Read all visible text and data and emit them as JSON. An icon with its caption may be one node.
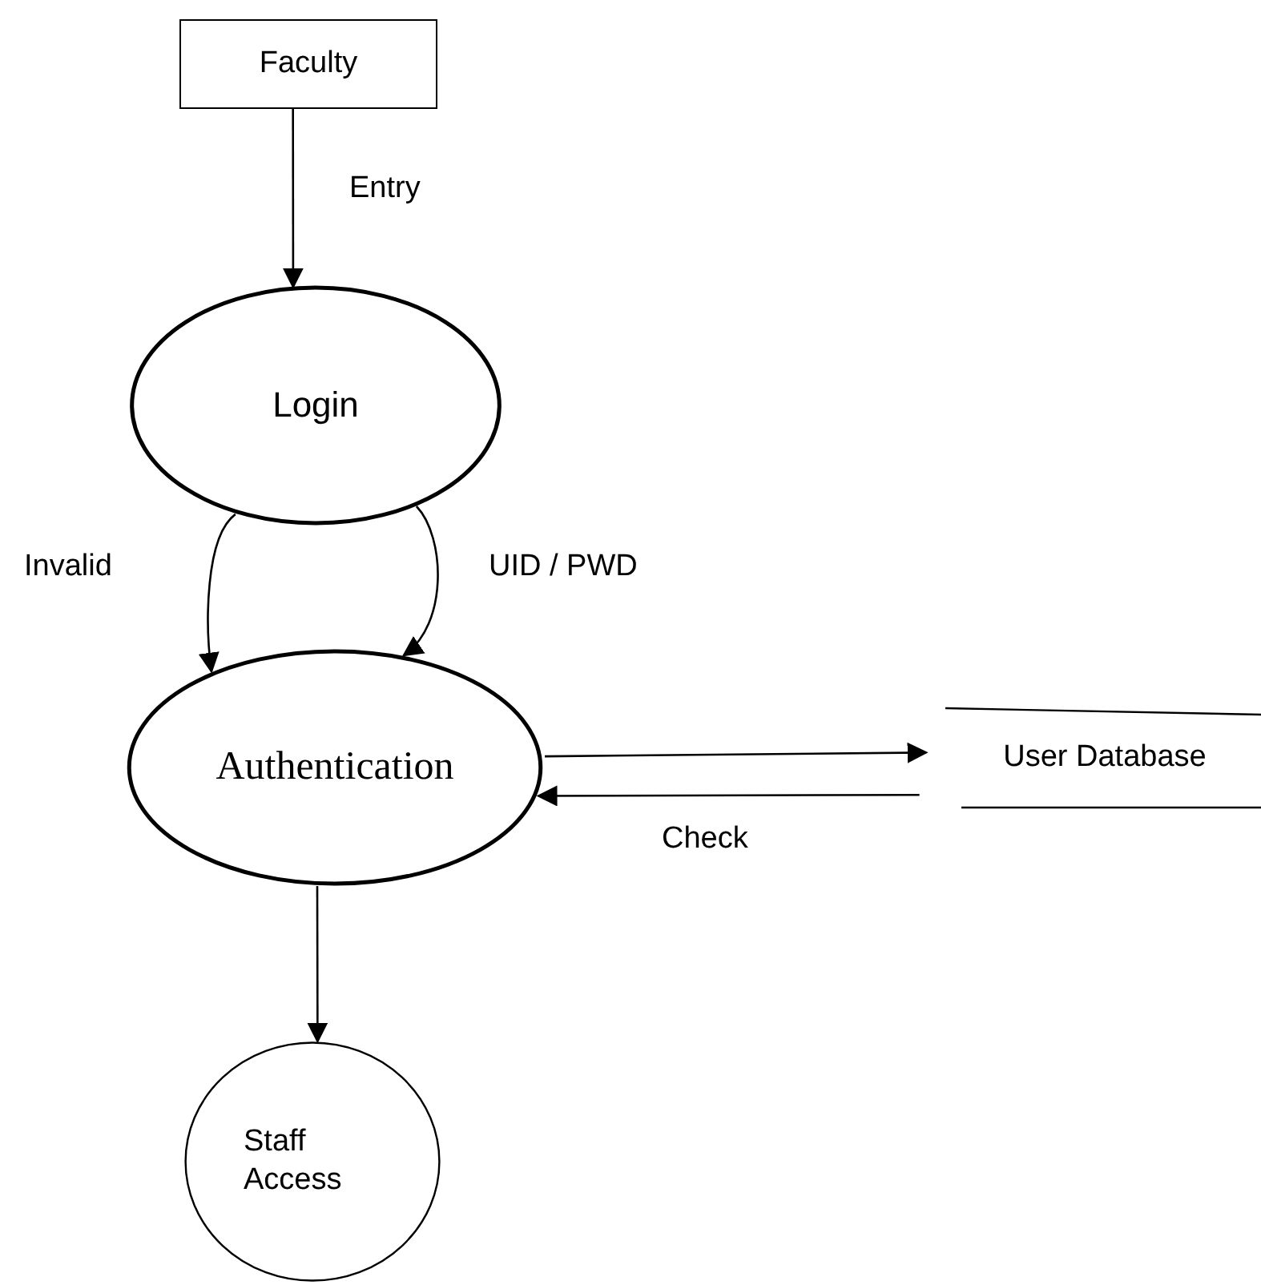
{
  "diagram": {
    "nodes": [
      {
        "text": [
          "Faculty"
        ]
      },
      {
        "text": [
          "Login"
        ]
      },
      {
        "text": [
          "Authentication"
        ]
      },
      {
        "text": [
          "User Database"
        ]
      },
      {
        "text": [
          "Staff Access"
        ]
      }
    ],
    "edges": [
      {
        "from": 0,
        "to": 1,
        "arrow": "to",
        "label": "Entry"
      },
      {
        "from": 1,
        "to": 2,
        "arrow": "to",
        "label": "Invalid"
      },
      {
        "from": 1,
        "to": 2,
        "arrow": "to",
        "label": "UID / PWD"
      },
      {
        "from": 2,
        "to": 3,
        "arrow": "to"
      },
      {
        "from": 3,
        "to": 2,
        "arrow": "to",
        "label": "Check"
      },
      {
        "from": 2,
        "to": 4,
        "arrow": "to"
      }
    ]
  }
}
